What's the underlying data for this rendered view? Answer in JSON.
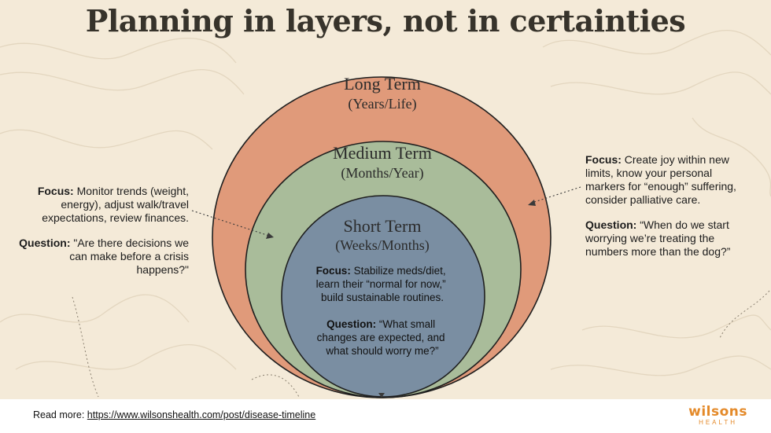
{
  "title": "Planning in layers, not in certainties",
  "rings": {
    "long": {
      "title": "Long Term",
      "subtitle": "(Years/Life)",
      "color": "#e09a7a"
    },
    "medium": {
      "title": "Medium Term",
      "subtitle": "(Months/Year)",
      "color": "#a9bc9a"
    },
    "short": {
      "title": "Short Term",
      "subtitle": "(Weeks/Months)",
      "color": "#7a8ea2",
      "focus_label": "Focus:",
      "focus_lines": [
        "Stabilize meds/diet,",
        "learn their “normal for now,”",
        "build sustainable routines."
      ],
      "question_label": "Question:",
      "question_lines": [
        "“What small",
        "changes are expected, and",
        "what should worry me?”"
      ]
    }
  },
  "left_note": {
    "focus_label": "Focus:",
    "focus_text": " Monitor trends (weight, energy), adjust walk/travel expectations, review finances.",
    "question_label": "Question:",
    "question_text": " \"Are there decisions we can make before a crisis happens?\""
  },
  "right_note": {
    "focus_label": "Focus:",
    "focus_text": " Create joy within new limits, know your personal markers for “enough” suffering, consider palliative care.",
    "question_label": "Question:",
    "question_text": " “When do we start worrying we’re treating the numbers more than the dog?”"
  },
  "footer": {
    "read_more_label": "Read more:",
    "link": "https://www.wilsonshealth.com/post/disease-timeline",
    "logo_word": "wilsons",
    "logo_sub": "HEALTH",
    "logo_color": "#e48a2a"
  },
  "colors": {
    "background": "#f4ead8",
    "ring_stroke": "#1f1f1f"
  }
}
